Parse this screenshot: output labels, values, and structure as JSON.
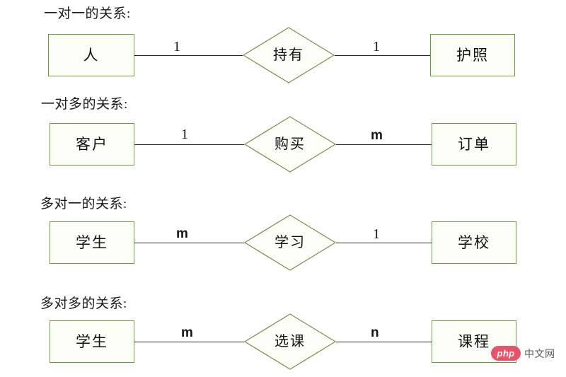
{
  "page": {
    "background_color": "#ffffff",
    "box_border_color": "#6c9a3d",
    "box_fill_color": "#fdfdf8",
    "diamond_border_color": "#7d9350",
    "line_color": "#2b2b2b",
    "text_color": "#111111"
  },
  "sections": [
    {
      "heading": "一对一的关系:",
      "left_entity": "人",
      "relationship": "持有",
      "right_entity": "护照",
      "left_cardinality": "1",
      "right_cardinality": "1"
    },
    {
      "heading": "一对多的关系:",
      "left_entity": "客户",
      "relationship": "购买",
      "right_entity": "订单",
      "left_cardinality": "1",
      "right_cardinality": "m"
    },
    {
      "heading": "多对一的关系:",
      "left_entity": "学生",
      "relationship": "学习",
      "right_entity": "学校",
      "left_cardinality": "m",
      "right_cardinality": "1"
    },
    {
      "heading": "多对多的关系:",
      "left_entity": "学生",
      "relationship": "选课",
      "right_entity": "课程",
      "left_cardinality": "m",
      "right_cardinality": "n"
    }
  ],
  "watermark": {
    "badge": "php",
    "text": "中文网",
    "badge_color": "#e8445c"
  }
}
